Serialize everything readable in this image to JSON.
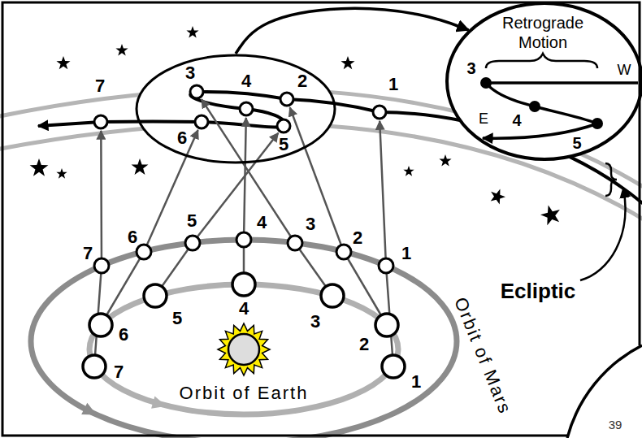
{
  "diagram": {
    "nodes": [
      {
        "text": [
          "3",
          "4",
          "2",
          "6",
          "5"
        ]
      },
      {
        "text": [
          "Retrograde Motion",
          "3",
          "W",
          "E",
          "4",
          "5"
        ]
      }
    ],
    "edges": [
      {
        "from": 0,
        "to": 1,
        "arrow": "to"
      }
    ],
    "labels": [
      "7",
      "1",
      "7",
      "6",
      "5",
      "4",
      "3",
      "2",
      "1",
      "Orbit of Mars",
      "Ecliptic",
      "6",
      "5",
      "4",
      "3",
      "2",
      "7",
      "1",
      "Orbit of Earth",
      "39"
    ]
  }
}
